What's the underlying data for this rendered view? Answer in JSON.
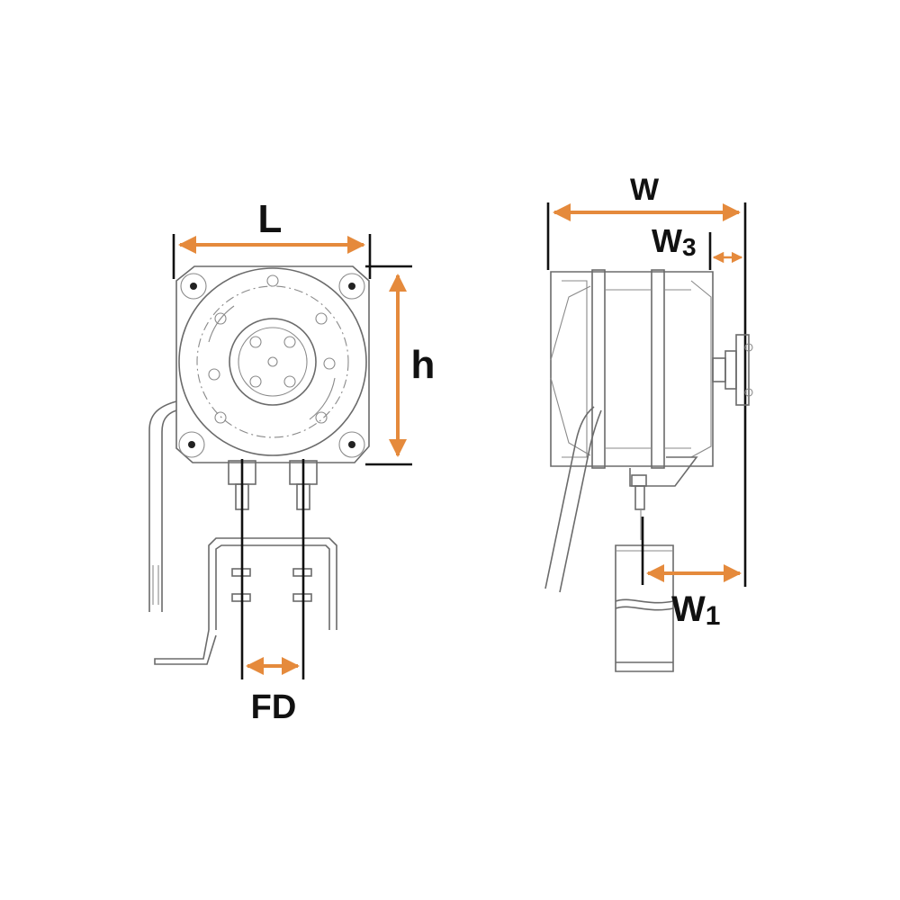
{
  "labels": {
    "length": "L",
    "height": "h",
    "fixing_distance": "FD",
    "width": "W",
    "width_3_main": "W",
    "width_3_sub": "3",
    "width_1_main": "W",
    "width_1_sub": "1"
  },
  "colors": {
    "dimension_arrow": "#e58a3c",
    "outline": "#6b6b6b",
    "reference_line": "#111111",
    "text": "#111111"
  }
}
